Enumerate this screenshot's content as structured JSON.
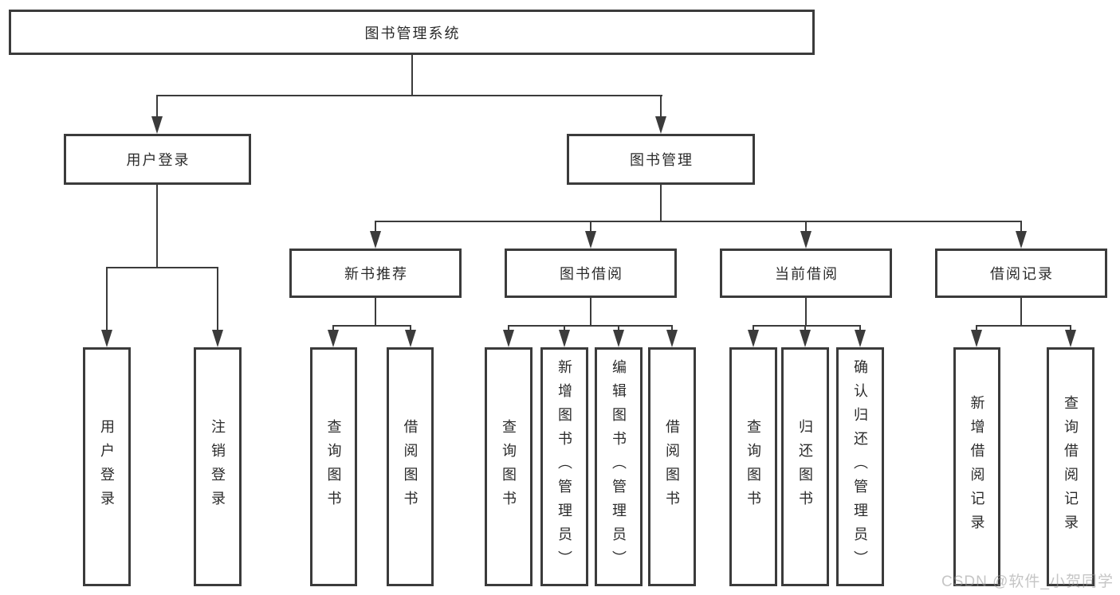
{
  "diagram": {
    "root": {
      "label": "图书管理系统"
    },
    "branches": [
      {
        "label": "用户登录",
        "children": [
          {
            "label": "用户登录"
          },
          {
            "label": "注销登录"
          }
        ]
      },
      {
        "label": "图书管理",
        "children": [
          {
            "label": "新书推荐",
            "children": [
              {
                "label": "查询图书"
              },
              {
                "label": "借阅图书"
              }
            ]
          },
          {
            "label": "图书借阅",
            "children": [
              {
                "label": "查询图书"
              },
              {
                "label": "新增图书（管理员）"
              },
              {
                "label": "编辑图书（管理员）"
              },
              {
                "label": "借阅图书"
              }
            ]
          },
          {
            "label": "当前借阅",
            "children": [
              {
                "label": "查询图书"
              },
              {
                "label": "归还图书"
              },
              {
                "label": "确认归还（管理员）"
              }
            ]
          },
          {
            "label": "借阅记录",
            "children": [
              {
                "label": "新增借阅记录"
              },
              {
                "label": "查询借阅记录"
              }
            ]
          }
        ]
      }
    ],
    "watermark": "CSDN @软件_小贺同学",
    "colors": {
      "line": "#3b3b3b",
      "text": "#2b2b2b",
      "watermark": "#969696",
      "background": "#ffffff"
    }
  }
}
